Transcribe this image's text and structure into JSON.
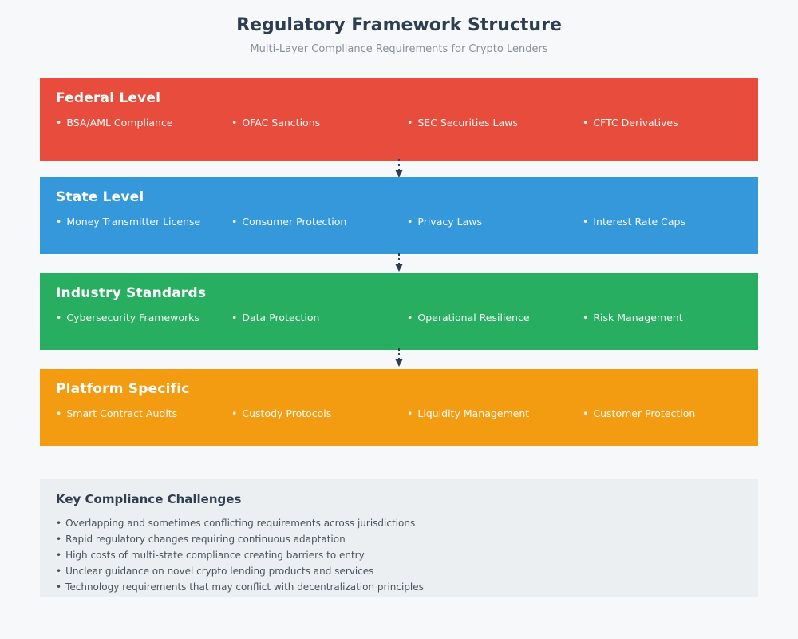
{
  "colors": {
    "background": "#f6f8fa",
    "title": "#2c3e50",
    "subtitle": "#8a9196",
    "arrow": "#2c3e50",
    "challenges_bg": "#eceff1"
  },
  "glyphs": {
    "bullet": "•"
  },
  "header": {
    "title": "Regulatory Framework Structure",
    "subtitle": "Multi-Layer Compliance Requirements for Crypto Lenders"
  },
  "bands": [
    {
      "title": "Federal Level",
      "color": "#e74c3c",
      "items": [
        "BSA/AML Compliance",
        "OFAC Sanctions",
        "SEC Securities Laws",
        "CFTC Derivatives"
      ]
    },
    {
      "title": "State Level",
      "color": "#3498db",
      "items": [
        "Money Transmitter License",
        "Consumer Protection",
        "Privacy Laws",
        "Interest Rate Caps"
      ]
    },
    {
      "title": "Industry Standards",
      "color": "#27ae60",
      "items": [
        "Cybersecurity Frameworks",
        "Data Protection",
        "Operational Resilience",
        "Risk Management"
      ]
    },
    {
      "title": "Platform Specific",
      "color": "#f39c12",
      "items": [
        "Smart Contract Audits",
        "Custody Protocols",
        "Liquidity Management",
        "Customer Protection"
      ]
    }
  ],
  "challenges": {
    "title": "Key Compliance Challenges",
    "items": [
      "Overlapping and sometimes conflicting requirements across jurisdictions",
      "Rapid regulatory changes requiring continuous adaptation",
      "High costs of multi-state compliance creating barriers to entry",
      "Unclear guidance on novel crypto lending products and services",
      "Technology requirements that may conflict with decentralization principles"
    ]
  }
}
